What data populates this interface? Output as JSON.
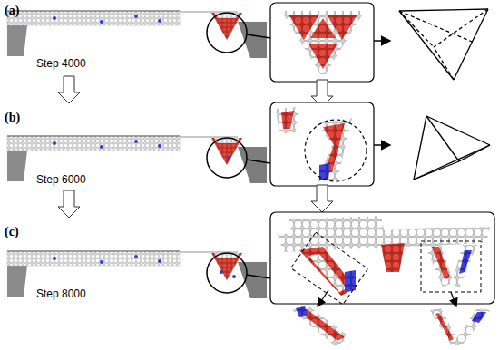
{
  "diagram": {
    "labels": [
      "(a)",
      "Step 4000",
      "(b)",
      "Step 6000",
      "(c)",
      "Step 8000"
    ]
  }
}
